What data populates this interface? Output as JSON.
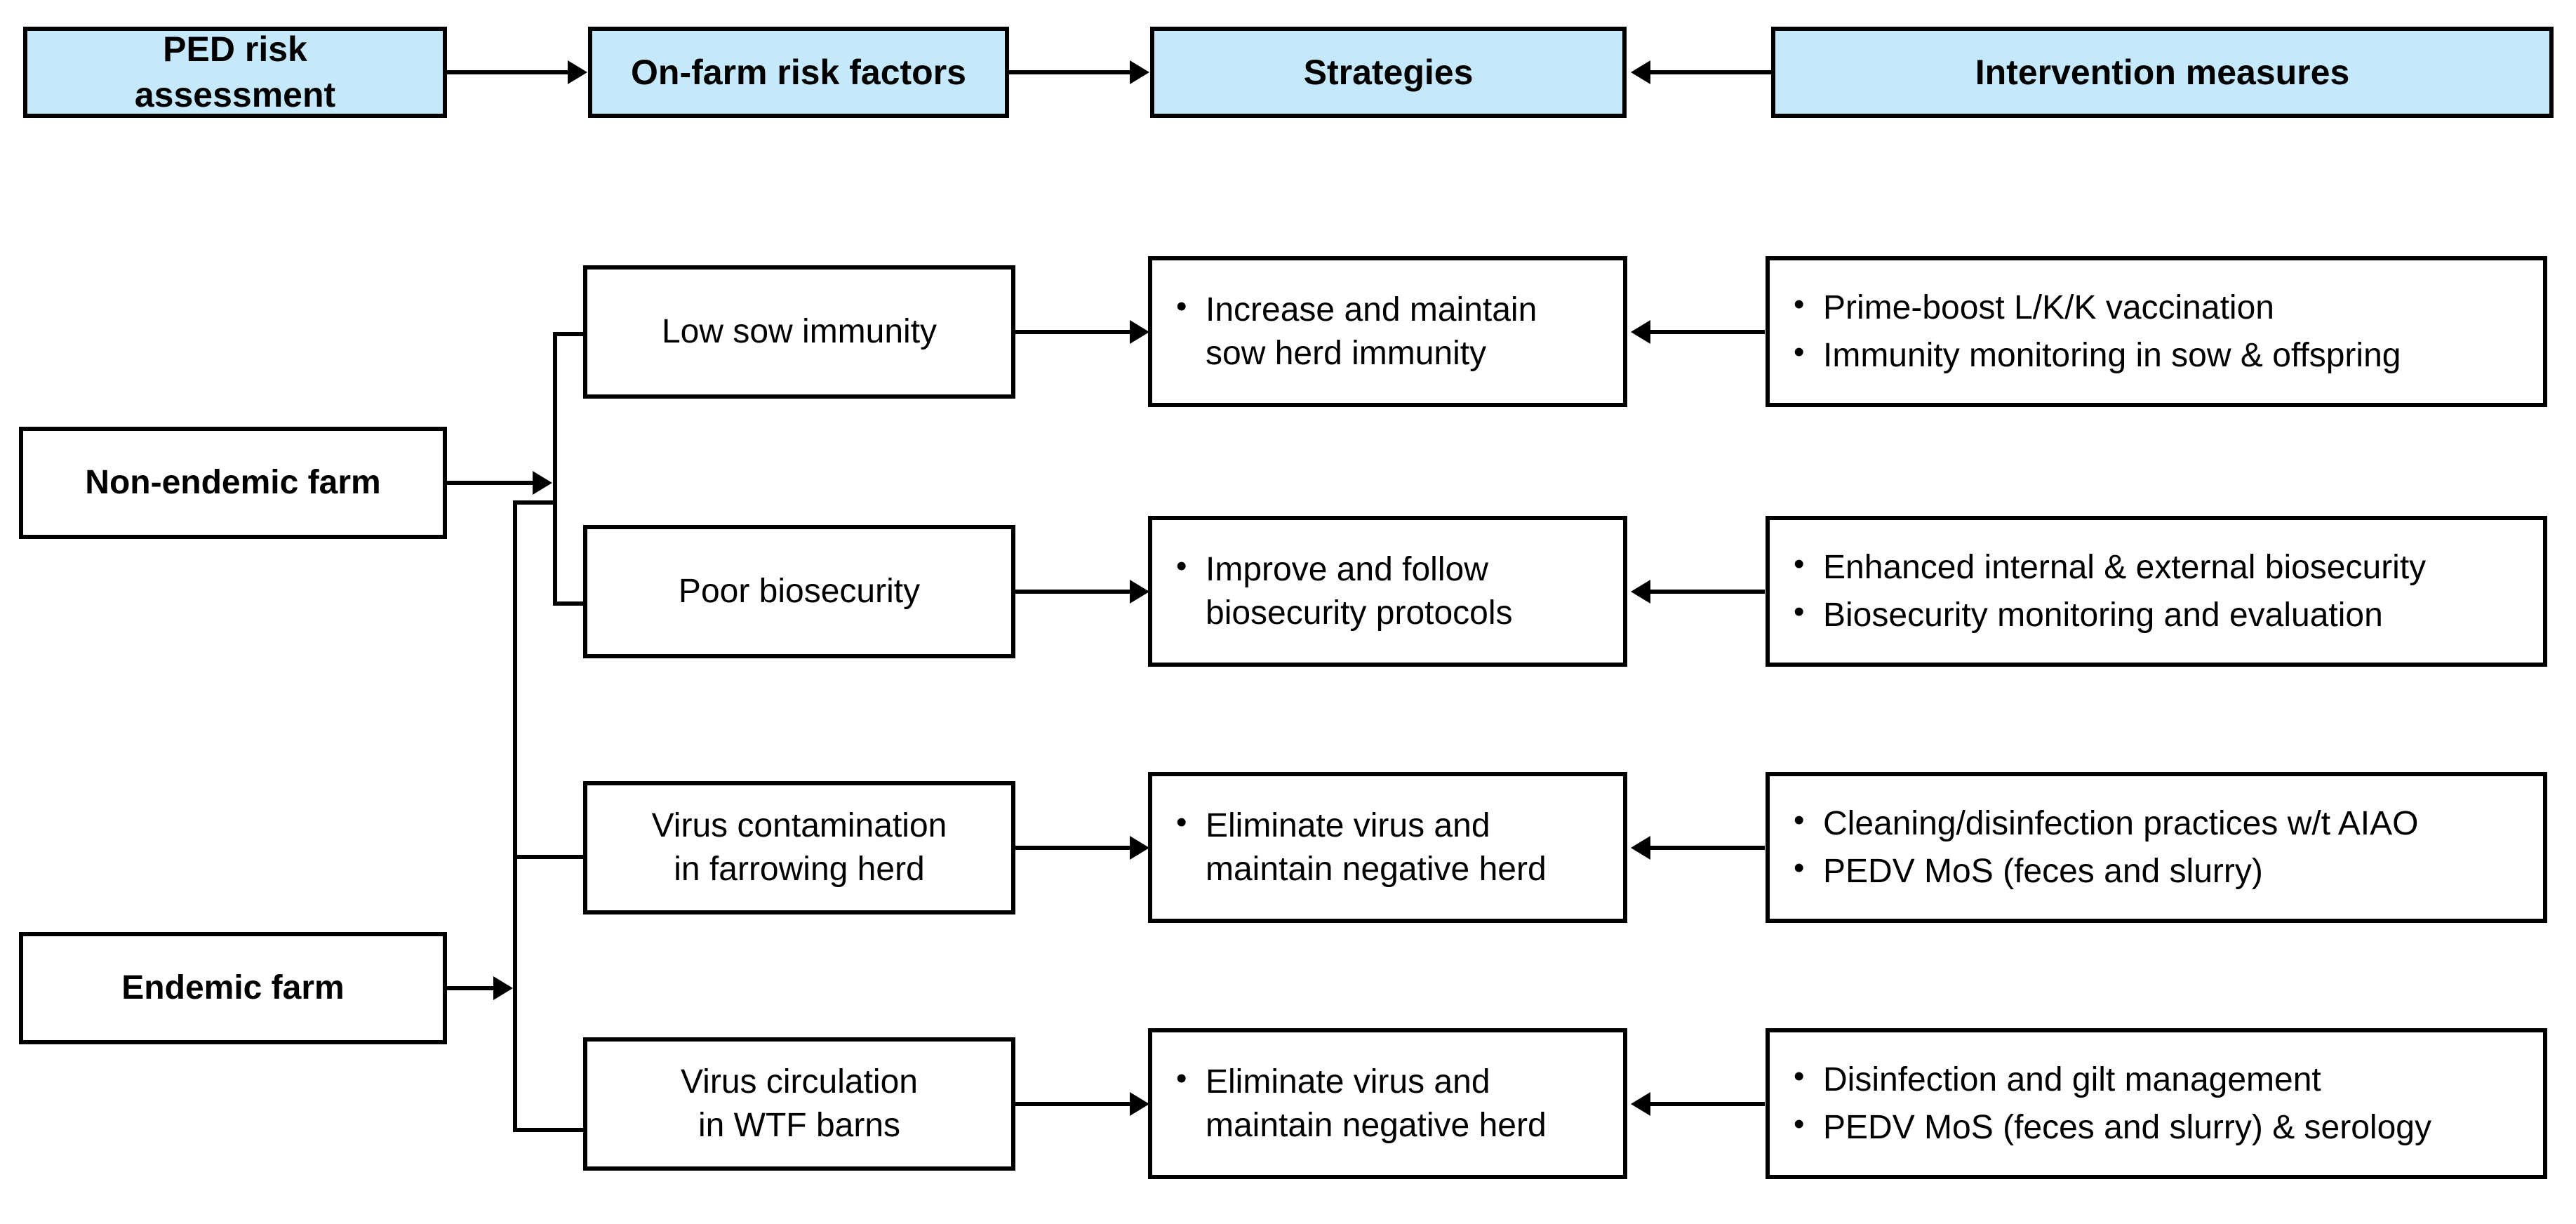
{
  "diagram": {
    "title": "PED risk assessment, on-farm risk factors, strategies and intervention measures",
    "accent_color": "#c5e8fa",
    "line_color": "#000000",
    "background_color": "#ffffff"
  },
  "header": {
    "columns": [
      {
        "label": "PED risk\nassessment"
      },
      {
        "label": "On-farm risk factors"
      },
      {
        "label": "Strategies"
      },
      {
        "label": "Intervention measures"
      }
    ]
  },
  "assessment": {
    "items": [
      {
        "label": "Non-endemic farm"
      },
      {
        "label": "Endemic farm"
      }
    ]
  },
  "rows": [
    {
      "risk_factor": "Low sow immunity",
      "strategies": [
        "Increase and maintain\nsow herd immunity"
      ],
      "interventions": [
        "Prime-boost L/K/K vaccination",
        "Immunity monitoring in sow & offspring"
      ]
    },
    {
      "risk_factor": "Poor biosecurity",
      "strategies": [
        "Improve and follow\nbiosecurity protocols"
      ],
      "interventions": [
        "Enhanced internal & external biosecurity",
        "Biosecurity monitoring and evaluation"
      ]
    },
    {
      "risk_factor": "Virus contamination\nin farrowing herd",
      "strategies": [
        "Eliminate virus and\nmaintain negative herd"
      ],
      "interventions": [
        "Cleaning/disinfection practices w/t AIAO",
        "PEDV MoS (feces and slurry)"
      ]
    },
    {
      "risk_factor": "Virus circulation\nin WTF barns",
      "strategies": [
        "Eliminate virus and\nmaintain negative herd"
      ],
      "interventions": [
        "Disinfection and gilt management",
        "PEDV MoS (feces and slurry) & serology"
      ]
    }
  ]
}
